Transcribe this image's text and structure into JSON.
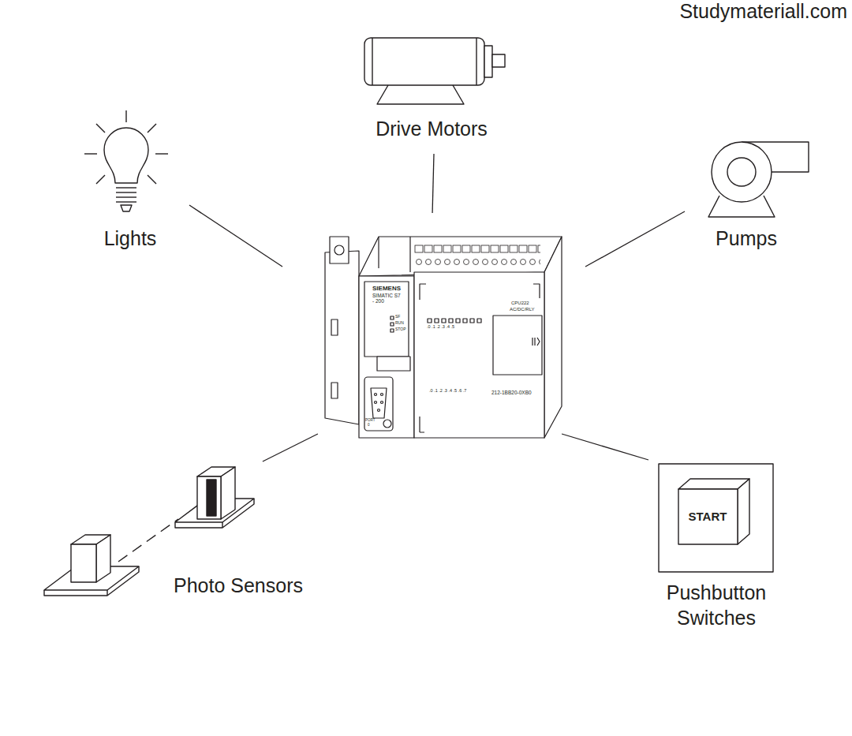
{
  "diagram": {
    "nodes": [
      {
        "text": [
          "Drive Motors"
        ]
      },
      {
        "text": [
          "Lights"
        ]
      },
      {
        "text": [
          "SIEMENS",
          "SIMATIC S7 - 200"
        ]
      },
      {
        "text": [
          "Pumps"
        ]
      },
      {
        "text": [
          "Photo Sensors"
        ]
      },
      {
        "text": [
          "START",
          "Pushbutton Switches"
        ]
      }
    ],
    "edges": [
      {
        "from": 2,
        "to": 0,
        "arrow": "none"
      },
      {
        "from": 2,
        "to": 1,
        "arrow": "none"
      },
      {
        "from": 2,
        "to": 3,
        "arrow": "none"
      },
      {
        "from": 2,
        "to": 4,
        "arrow": "none"
      },
      {
        "from": 2,
        "to": 5,
        "arrow": "none"
      }
    ],
    "labels": [
      "Studymateriall.com",
      "SF",
      "RUN",
      "STOP",
      ".0 .1 .2 .3 .4 .5",
      "CPU222",
      "AC/DC/RLY",
      "212-1BB20-0XB0",
      ".0 .1 .2 .3 .4 .5 .6 .7",
      "PORT",
      "0"
    ]
  }
}
